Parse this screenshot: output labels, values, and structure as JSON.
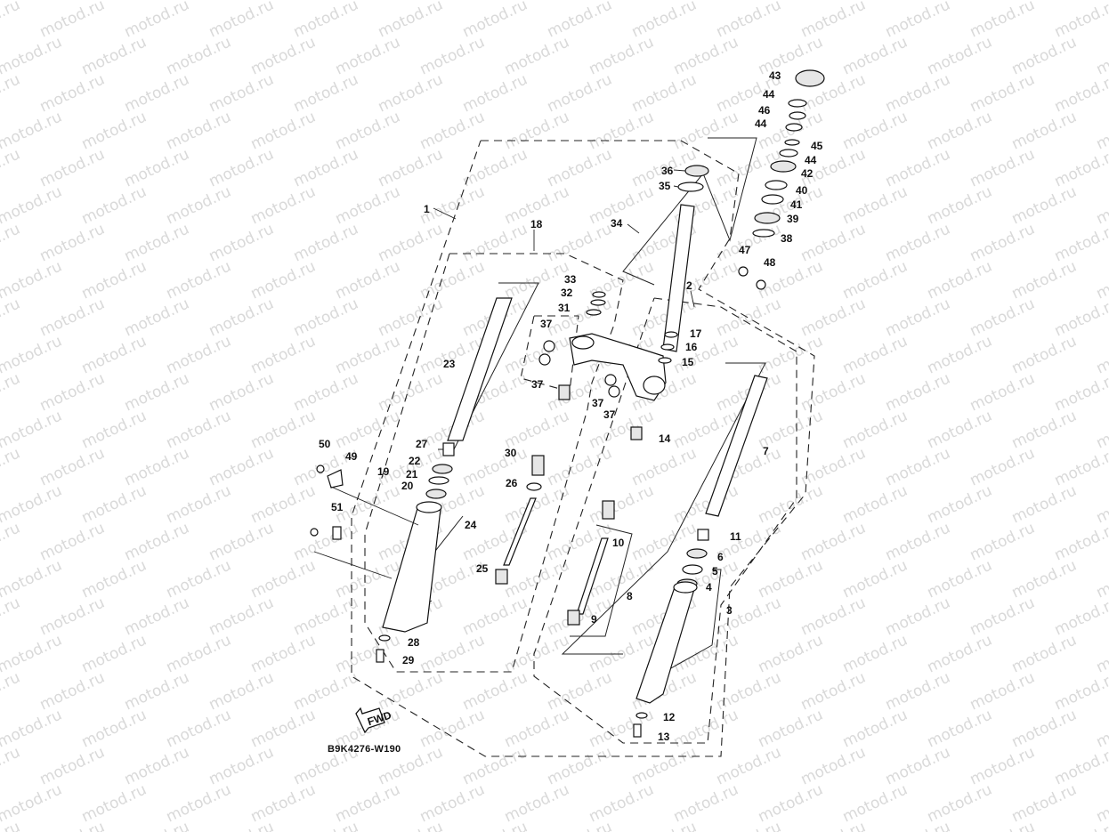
{
  "diagram": {
    "watermark_text": "motod.ru",
    "drawing_code": "B9K4276-W190",
    "fwd_label": "FWD",
    "part_labels": [
      {
        "id": "1",
        "text": "1"
      },
      {
        "id": "2",
        "text": "2"
      },
      {
        "id": "3",
        "text": "3"
      },
      {
        "id": "4",
        "text": "4"
      },
      {
        "id": "5",
        "text": "5"
      },
      {
        "id": "6",
        "text": "6"
      },
      {
        "id": "7",
        "text": "7"
      },
      {
        "id": "8",
        "text": "8"
      },
      {
        "id": "9",
        "text": "9"
      },
      {
        "id": "10",
        "text": "10"
      },
      {
        "id": "11",
        "text": "11"
      },
      {
        "id": "12",
        "text": "12"
      },
      {
        "id": "13",
        "text": "13"
      },
      {
        "id": "14",
        "text": "14"
      },
      {
        "id": "15",
        "text": "15"
      },
      {
        "id": "16",
        "text": "16"
      },
      {
        "id": "17",
        "text": "17"
      },
      {
        "id": "18",
        "text": "18"
      },
      {
        "id": "19",
        "text": "19"
      },
      {
        "id": "20",
        "text": "20"
      },
      {
        "id": "21",
        "text": "21"
      },
      {
        "id": "22",
        "text": "22"
      },
      {
        "id": "23",
        "text": "23"
      },
      {
        "id": "24",
        "text": "24"
      },
      {
        "id": "25",
        "text": "25"
      },
      {
        "id": "26",
        "text": "26"
      },
      {
        "id": "27",
        "text": "27"
      },
      {
        "id": "28",
        "text": "28"
      },
      {
        "id": "29",
        "text": "29"
      },
      {
        "id": "30",
        "text": "30"
      },
      {
        "id": "31",
        "text": "31"
      },
      {
        "id": "32",
        "text": "32"
      },
      {
        "id": "33",
        "text": "33"
      },
      {
        "id": "34",
        "text": "34"
      },
      {
        "id": "35",
        "text": "35"
      },
      {
        "id": "36",
        "text": "36"
      },
      {
        "id": "37a",
        "text": "37"
      },
      {
        "id": "37b",
        "text": "37"
      },
      {
        "id": "37c",
        "text": "37"
      },
      {
        "id": "37d",
        "text": "37"
      },
      {
        "id": "38",
        "text": "38"
      },
      {
        "id": "39",
        "text": "39"
      },
      {
        "id": "40",
        "text": "40"
      },
      {
        "id": "41",
        "text": "41"
      },
      {
        "id": "42",
        "text": "42"
      },
      {
        "id": "43",
        "text": "43"
      },
      {
        "id": "44a",
        "text": "44"
      },
      {
        "id": "44b",
        "text": "44"
      },
      {
        "id": "44c",
        "text": "44"
      },
      {
        "id": "45",
        "text": "45"
      },
      {
        "id": "46",
        "text": "46"
      },
      {
        "id": "47",
        "text": "47"
      },
      {
        "id": "48",
        "text": "48"
      },
      {
        "id": "49",
        "text": "49"
      },
      {
        "id": "50",
        "text": "50"
      },
      {
        "id": "51",
        "text": "51"
      }
    ]
  }
}
